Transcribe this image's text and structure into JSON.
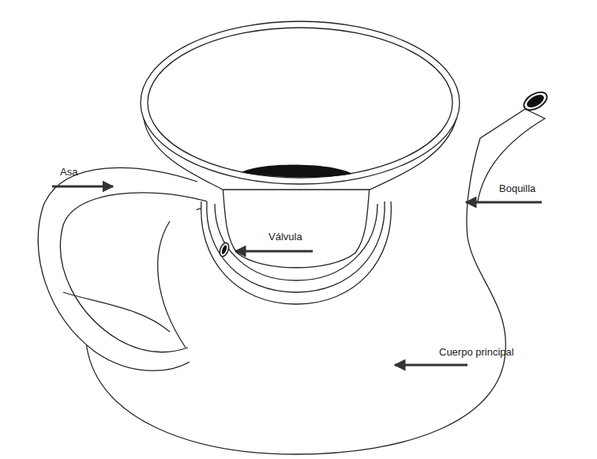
{
  "diagram": {
    "labels": [
      "Asa",
      "Boquilla",
      "Válvula",
      "Cuerpo principal"
    ]
  }
}
